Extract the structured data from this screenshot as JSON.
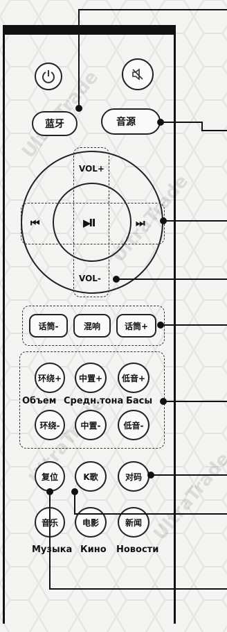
{
  "watermark": "UltraTrade",
  "buttons": {
    "power_icon": "power-icon",
    "mute_icon": "mute-icon",
    "bluetooth": "蓝牙",
    "source": "音源",
    "vol_up": "VOL+",
    "vol_down": "VOL-",
    "prev_glyph": "⏮",
    "play_glyph": "▶Ⅱ",
    "next_glyph": "⏭",
    "mic_down": "话筒-",
    "reverb": "混响",
    "mic_up": "话筒+",
    "surround_up": "环绕+",
    "center_up": "中置+",
    "bass_up": "低音+",
    "surround_down": "环绕-",
    "center_down": "中置-",
    "bass_down": "低音-",
    "reset": "复位",
    "karaoke": "K歌",
    "pair": "对码",
    "music": "音乐",
    "movie": "电影",
    "news": "新闻"
  },
  "labels": {
    "volume": "Объем",
    "mid_tone": "Средн.тона",
    "bass": "Басы",
    "music": "Музыка",
    "movie": "Кино",
    "news": "Новости"
  }
}
